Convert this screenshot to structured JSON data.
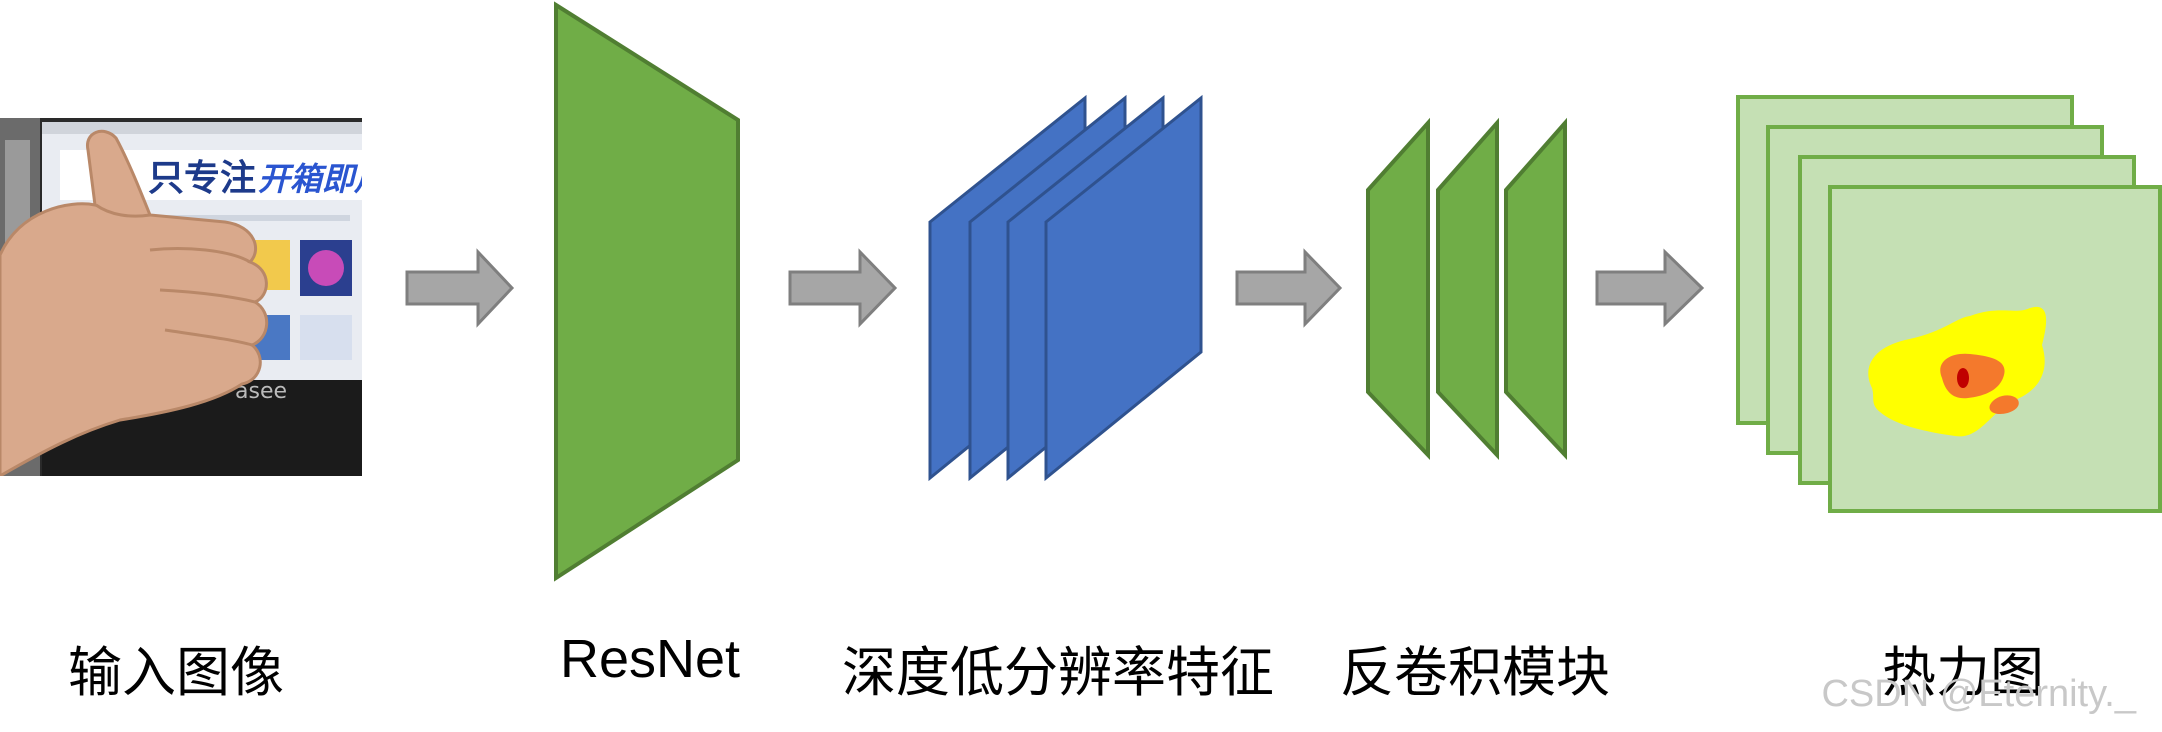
{
  "steps": [
    {
      "id": "input",
      "label": "输入图像"
    },
    {
      "id": "resnet",
      "label": "ResNet"
    },
    {
      "id": "features",
      "label": "深度低分辨率特征"
    },
    {
      "id": "deconv",
      "label": "反卷积模块"
    },
    {
      "id": "heatmap",
      "label": "热力图"
    }
  ],
  "photo": {
    "screen_text_1": "只专注",
    "screen_text_2": "开箱即用",
    "brand_text": "asee"
  },
  "colors": {
    "green": "#70ad47",
    "green_stroke": "#507e32",
    "blue": "#4472c4",
    "blue_stroke": "#2f528f",
    "light_green": "#c5e0b4",
    "arrow": "#a6a6a6",
    "heat_yellow": "#ffff00",
    "heat_orange": "#f4792c",
    "heat_red": "#c00000"
  },
  "watermark": "CSDN @Eternity._"
}
